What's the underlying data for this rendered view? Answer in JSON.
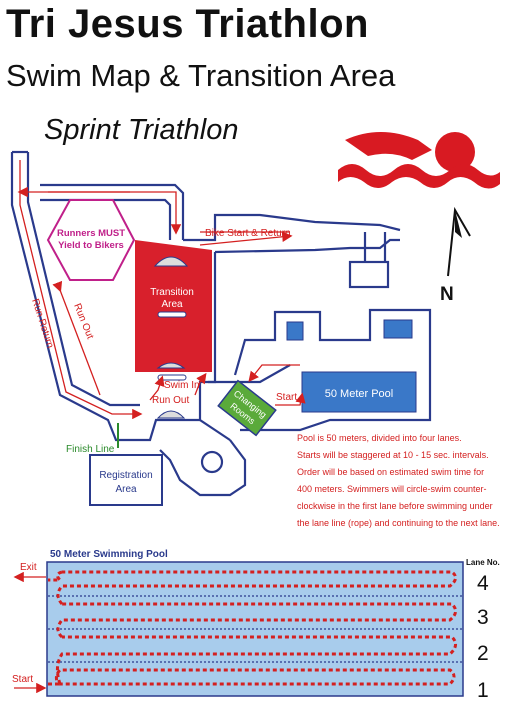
{
  "header": {
    "title": "Tri Jesus Triathlon",
    "subtitle": "Swim Map & Transition Area",
    "race_type": "Sprint Triathlon"
  },
  "map": {
    "runners_warning_line1": "Runners MUST",
    "runners_warning_line2": "Yield to Bikers",
    "bike_start_return": "Bike Start & Return",
    "transition_line1": "Transition",
    "transition_line2": "Area",
    "run_out": "Run Out",
    "run_return": "Run Return",
    "swim_in": "Swim In",
    "run_out_2": "Run Out",
    "finish_line": "Finish Line",
    "registration_line1": "Registration",
    "registration_line2": "Area",
    "changing_line1": "Changing",
    "changing_line2": "Rooms",
    "start": "Start",
    "pool_label": "50 Meter Pool",
    "north": "N",
    "notes": [
      "Pool is 50 meters, divided into four lanes.",
      "Starts will be staggered at 10 - 15 sec. intervals.",
      "Order will be based on estimated swim time for",
      "400 meters.  Swimmers will circle-swim counter-",
      "clockwise in the first lane before swimming under",
      "the lane line (rope) and continuing to the next lane."
    ]
  },
  "pool_diagram": {
    "title": "50 Meter Swimming Pool",
    "lane_header": "Lane No.",
    "exit": "Exit",
    "start": "Start",
    "lanes": [
      "4",
      "3",
      "2",
      "1"
    ]
  },
  "colors": {
    "route_red": "#d42020",
    "transition_red": "#d8202c",
    "outline_blue": "#2a3a8c",
    "pool_blue": "#3a78c8",
    "changing_green": "#5aaa3a",
    "warning_magenta": "#c0208a",
    "swim_pool_fill": "#a8ccec",
    "swim_icon_red": "#d81a22"
  },
  "icons": [
    "swimmer-icon",
    "north-arrow-icon"
  ]
}
